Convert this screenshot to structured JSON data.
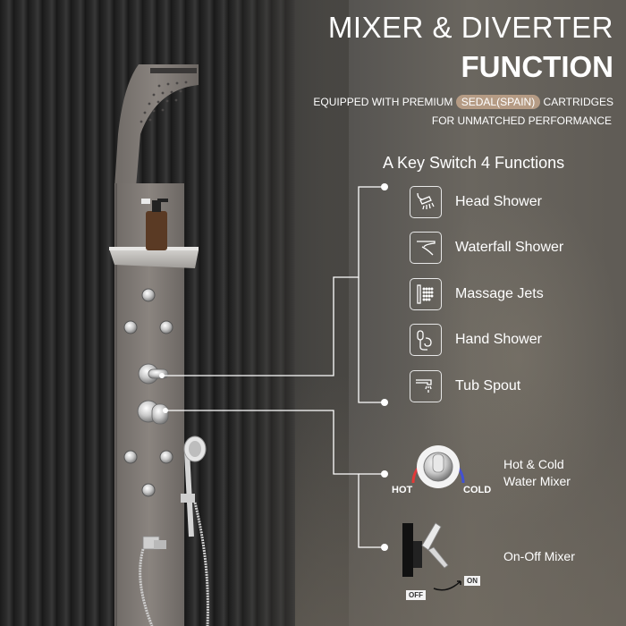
{
  "header": {
    "title_line1": "MIXER & DIVERTER",
    "title_line2": "FUNCTION",
    "sub_prefix": "EQUIPPED WITH PREMIUM",
    "sub_highlight": "SEDAL(SPAIN)",
    "sub_suffix": "CARTRIDGES",
    "sub_line2": "FOR UNMATCHED PERFORMANCE",
    "highlight_color": "#b59b84"
  },
  "functions": {
    "heading": "A Key Switch 4 Functions",
    "items": [
      {
        "label": "Head Shower",
        "icon": "head-shower-icon"
      },
      {
        "label": "Waterfall Shower",
        "icon": "waterfall-shower-icon"
      },
      {
        "label": "Massage Jets",
        "icon": "massage-jets-icon"
      },
      {
        "label": "Hand Shower",
        "icon": "hand-shower-icon"
      },
      {
        "label": "Tub Spout",
        "icon": "tub-spout-icon"
      }
    ]
  },
  "mixers": {
    "hot_cold_line1": "Hot & Cold",
    "hot_cold_line2": "Water Mixer",
    "hot_label": "HOT",
    "cold_label": "COLD",
    "on_off_label": "On-Off Mixer",
    "off_label": "OFF",
    "on_label": "ON",
    "hot_color": "#e53935",
    "cold_color": "#3f51d6"
  }
}
